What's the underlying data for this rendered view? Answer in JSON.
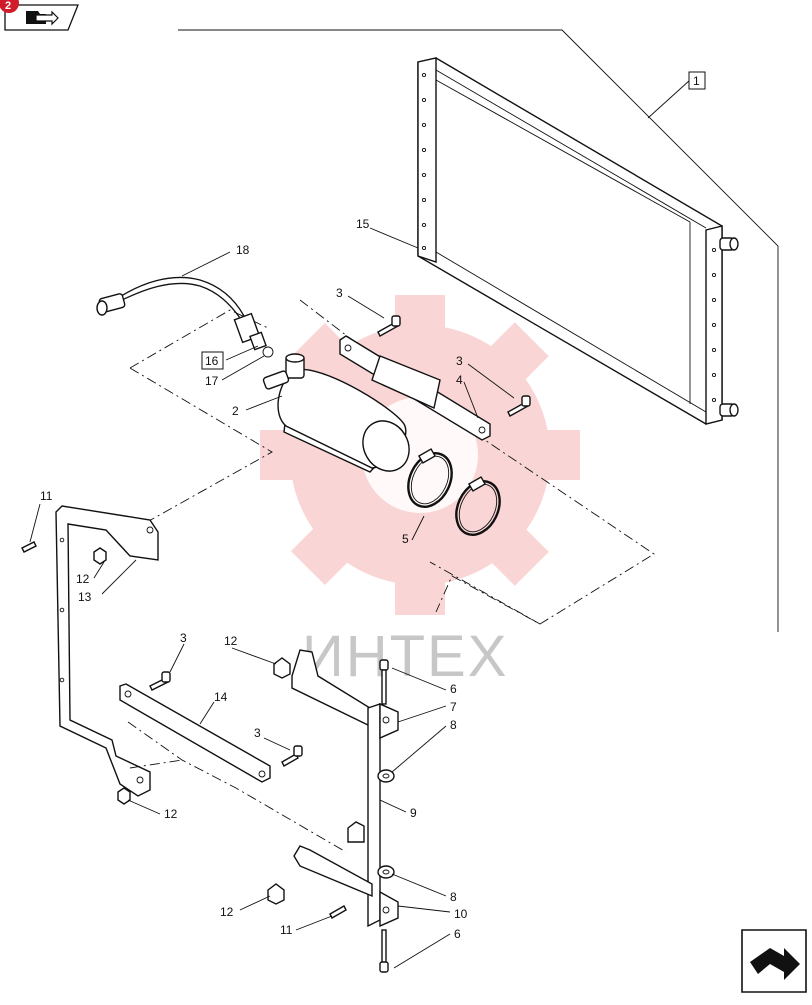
{
  "nav": {
    "badge_number": "2",
    "back_icon": "folder-arrow-icon",
    "forward_icon": "return-arrow-icon"
  },
  "watermark": {
    "text": "ИНТЕХ",
    "color": "#f6b3b3"
  },
  "callouts": {
    "c1": "1",
    "c2": "2",
    "c3a": "3",
    "c3b": "3",
    "c3c": "3",
    "c3d": "3",
    "c4": "4",
    "c5": "5",
    "c6a": "6",
    "c6b": "6",
    "c7": "7",
    "c8a": "8",
    "c8b": "8",
    "c9": "9",
    "c10": "10",
    "c11a": "11",
    "c11b": "11",
    "c12a": "12",
    "c12b": "12",
    "c12c": "12",
    "c12d": "12",
    "c13": "13",
    "c14": "14",
    "c15": "15",
    "c16": "16",
    "c17": "17",
    "c18": "18"
  }
}
